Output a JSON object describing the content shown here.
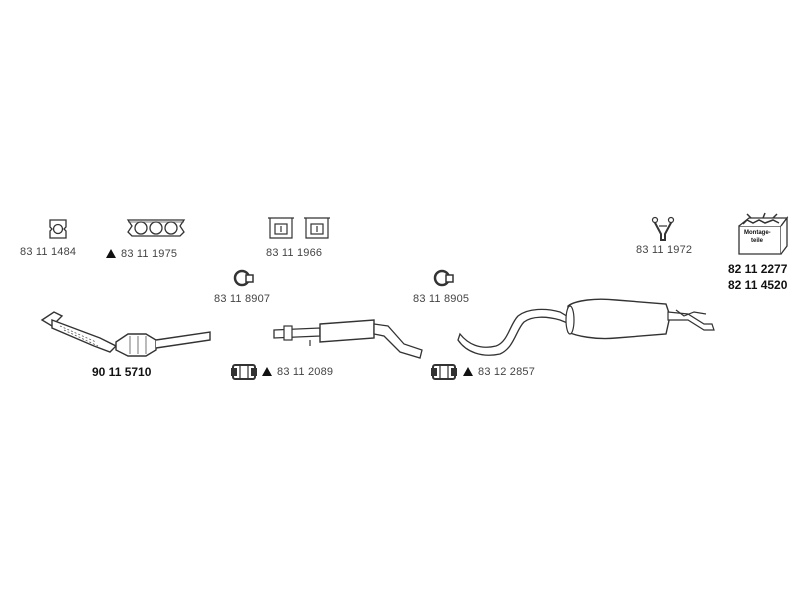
{
  "parts": {
    "gasket": {
      "number": "83 11 1484"
    },
    "flange_gasket": {
      "number": "83 11 1975",
      "flagged": true
    },
    "hangers_pair": {
      "number": "83 11 1966"
    },
    "y_hanger": {
      "number": "83 11 1972"
    },
    "clamp_front": {
      "number": "83 11 8907"
    },
    "clamp_rear": {
      "number": "83 11 8905"
    },
    "catalytic_converter": {
      "number": "90 11 5710"
    },
    "connector_front": {
      "number": "83 11 2089",
      "flagged": true
    },
    "connector_rear": {
      "number": "83 12 2857",
      "flagged": true
    },
    "mounting_kit": {
      "number_1": "82 11 2277",
      "number_2": "82 11 4520",
      "box_label_1": "Montage-",
      "box_label_2": "teile"
    }
  },
  "colors": {
    "line": "#333333",
    "fill": "#ffffff",
    "text": "#444444"
  }
}
